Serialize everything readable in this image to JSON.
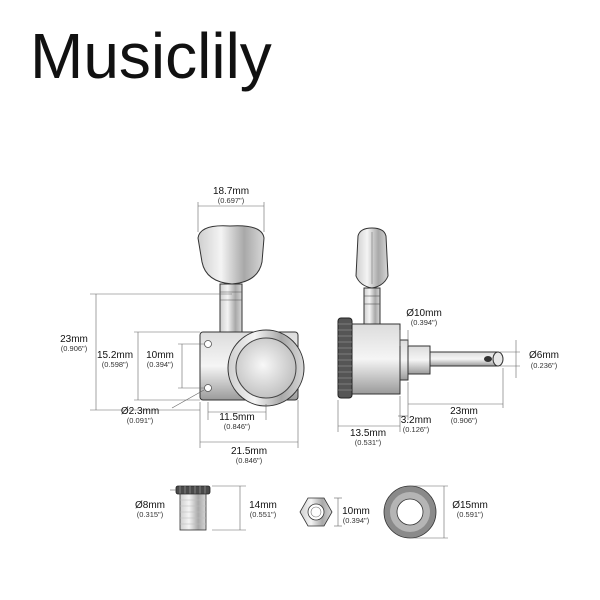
{
  "brand": {
    "name": "Musiclily"
  },
  "dimensions": {
    "top_width": {
      "mm": "18.7mm",
      "in": "(0.697\")"
    },
    "total_height": {
      "mm": "23mm",
      "in": "(0.906\")"
    },
    "housing_height": {
      "mm": "15.2mm",
      "in": "(0.598\")"
    },
    "hole_spacing": {
      "mm": "10mm",
      "in": "(0.394\")"
    },
    "screw_hole": {
      "mm": "Ø2.3mm",
      "in": "(0.091\")"
    },
    "gear_offset": {
      "mm": "11.5mm",
      "in": "(0.846\")"
    },
    "housing_width": {
      "mm": "21.5mm",
      "in": "(0.846\")"
    },
    "side_post_top": {
      "mm": "Ø10mm",
      "in": "(0.394\")"
    },
    "post_diameter": {
      "mm": "Ø6mm",
      "in": "(0.236\")"
    },
    "side_depth": {
      "mm": "13.5mm",
      "in": "(0.531\")"
    },
    "flange": {
      "mm": "3.2mm",
      "in": "(0.126\")"
    },
    "post_length": {
      "mm": "23mm",
      "in": "(0.906\")"
    },
    "bushing_dia": {
      "mm": "Ø8mm",
      "in": "(0.315\")"
    },
    "bushing_len": {
      "mm": "14mm",
      "in": "(0.551\")"
    },
    "nut": {
      "mm": "10mm",
      "in": "(0.394\")"
    },
    "washer": {
      "mm": "Ø15mm",
      "in": "(0.591\")"
    }
  }
}
